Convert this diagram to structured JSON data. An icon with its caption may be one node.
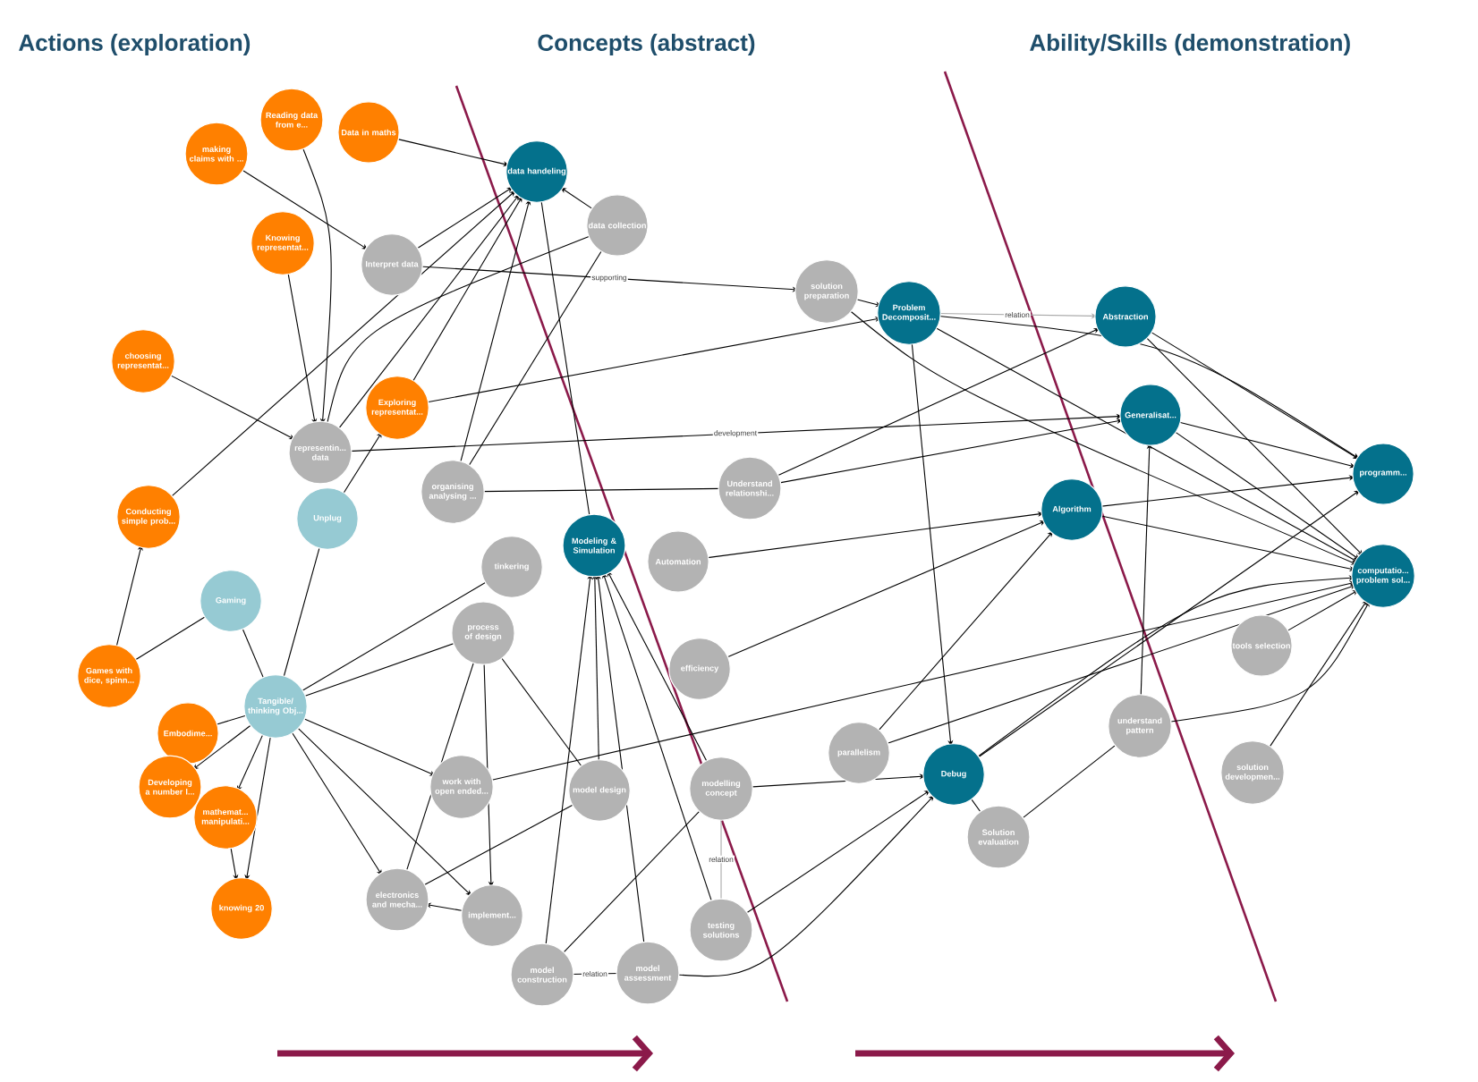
{
  "diagram": {
    "nodes": [
      {
        "text": [
          "Reading data from e..."
        ]
      },
      {
        "text": [
          "making claims with ..."
        ]
      },
      {
        "text": [
          "Data in maths"
        ]
      },
      {
        "text": [
          "data handeling"
        ]
      },
      {
        "text": [
          "data collection"
        ]
      },
      {
        "text": [
          "Knowing representat..."
        ]
      },
      {
        "text": [
          "Interpret data"
        ]
      },
      {
        "text": [
          "solution preparation"
        ]
      },
      {
        "text": [
          "Problem Decomposit..."
        ]
      },
      {
        "text": [
          "Abstraction"
        ]
      },
      {
        "text": [
          "choosing representat..."
        ]
      },
      {
        "text": [
          "Generalisat..."
        ]
      },
      {
        "text": [
          "representin... data"
        ]
      },
      {
        "text": [
          "Exploring representat..."
        ]
      },
      {
        "text": [
          "organising analysing ..."
        ]
      },
      {
        "text": [
          "Understand relationshi..."
        ]
      },
      {
        "text": [
          "programm..."
        ]
      },
      {
        "text": [
          "Unplug"
        ]
      },
      {
        "text": [
          "Conducting simple prob..."
        ]
      },
      {
        "text": [
          "Algorithm"
        ]
      },
      {
        "text": [
          "Modeling & Simulation"
        ]
      },
      {
        "text": [
          "Automation"
        ]
      },
      {
        "text": [
          "tinkering"
        ]
      },
      {
        "text": [
          "Gaming"
        ]
      },
      {
        "text": [
          "computatio... problem sol..."
        ]
      },
      {
        "text": [
          "process of design"
        ]
      },
      {
        "text": [
          "efficiency"
        ]
      },
      {
        "text": [
          "Games with dice, spinn..."
        ]
      },
      {
        "text": [
          "Tangible/ thinking Obj..."
        ]
      },
      {
        "text": [
          "tools selection"
        ]
      },
      {
        "text": [
          "Embodime..."
        ]
      },
      {
        "text": [
          "parallelism"
        ]
      },
      {
        "text": [
          "understand pattern"
        ]
      },
      {
        "text": [
          "Debug"
        ]
      },
      {
        "text": [
          "Developing a number l..."
        ]
      },
      {
        "text": [
          "work with open ended..."
        ]
      },
      {
        "text": [
          "model design"
        ]
      },
      {
        "text": [
          "modelling concept"
        ]
      },
      {
        "text": [
          "solution developmen..."
        ]
      },
      {
        "text": [
          "mathemat... manipulati..."
        ]
      },
      {
        "text": [
          "Solution evaluation"
        ]
      },
      {
        "text": [
          "knowing 20"
        ]
      },
      {
        "text": [
          "electronics and mecha..."
        ]
      },
      {
        "text": [
          "implement..."
        ]
      },
      {
        "text": [
          "testing solutions"
        ]
      },
      {
        "text": [
          "model construction"
        ]
      },
      {
        "text": [
          "model assessment"
        ]
      }
    ],
    "edges": [
      {
        "from": 2,
        "to": 3,
        "arrow": "to"
      },
      {
        "from": 1,
        "to": 6,
        "arrow": "to"
      },
      {
        "from": 0,
        "to": 12,
        "arrow": "to"
      },
      {
        "from": 5,
        "to": 12,
        "arrow": "to"
      },
      {
        "from": 10,
        "to": 12,
        "arrow": "to"
      },
      {
        "from": 18,
        "to": 3,
        "arrow": "to"
      },
      {
        "from": 6,
        "to": 3,
        "arrow": "to"
      },
      {
        "from": 12,
        "to": 3,
        "arrow": "to"
      },
      {
        "from": 13,
        "to": 3,
        "arrow": "to"
      },
      {
        "from": 14,
        "to": 3,
        "arrow": "to"
      },
      {
        "from": 4,
        "to": 3,
        "arrow": "to"
      },
      {
        "from": 12,
        "to": 4,
        "arrow": "none"
      },
      {
        "from": 14,
        "to": 4,
        "arrow": "none"
      },
      {
        "from": 3,
        "to": 20,
        "arrow": "none"
      },
      {
        "from": 6,
        "to": 7,
        "arrow": "to",
        "label": "supporting"
      },
      {
        "from": 7,
        "to": 8,
        "arrow": "to"
      },
      {
        "from": 12,
        "to": 11,
        "arrow": "to",
        "label": "development"
      },
      {
        "from": 13,
        "to": 8,
        "arrow": "to"
      },
      {
        "from": 8,
        "to": 9,
        "arrow": "to",
        "label": "relation",
        "color": "#aaaaaa"
      },
      {
        "from": 8,
        "to": 16,
        "arrow": "to"
      },
      {
        "from": 8,
        "to": 24,
        "arrow": "to"
      },
      {
        "from": 8,
        "to": 33,
        "arrow": "to"
      },
      {
        "from": 9,
        "to": 16,
        "arrow": "to"
      },
      {
        "from": 9,
        "to": 24,
        "arrow": "to"
      },
      {
        "from": 11,
        "to": 16,
        "arrow": "to"
      },
      {
        "from": 11,
        "to": 24,
        "arrow": "to"
      },
      {
        "from": 19,
        "to": 16,
        "arrow": "to"
      },
      {
        "from": 19,
        "to": 24,
        "arrow": "to"
      },
      {
        "from": 15,
        "to": 9,
        "arrow": "to"
      },
      {
        "from": 15,
        "to": 11,
        "arrow": "to"
      },
      {
        "from": 7,
        "to": 24,
        "arrow": "to"
      },
      {
        "from": 32,
        "to": 11,
        "arrow": "to"
      },
      {
        "from": 21,
        "to": 19,
        "arrow": "to"
      },
      {
        "from": 26,
        "to": 19,
        "arrow": "to"
      },
      {
        "from": 31,
        "to": 19,
        "arrow": "to"
      },
      {
        "from": 31,
        "to": 24,
        "arrow": "to"
      },
      {
        "from": 33,
        "to": 16,
        "arrow": "to"
      },
      {
        "from": 33,
        "to": 24,
        "arrow": "to"
      },
      {
        "from": 29,
        "to": 24,
        "arrow": "to"
      },
      {
        "from": 38,
        "to": 24,
        "arrow": "to"
      },
      {
        "from": 32,
        "to": 24,
        "arrow": "to"
      },
      {
        "from": 40,
        "to": 33,
        "arrow": "none"
      },
      {
        "from": 40,
        "to": 32,
        "arrow": "none"
      },
      {
        "from": 37,
        "to": 33,
        "arrow": "to"
      },
      {
        "from": 44,
        "to": 33,
        "arrow": "to"
      },
      {
        "from": 46,
        "to": 33,
        "arrow": "to"
      },
      {
        "from": 44,
        "to": 20,
        "arrow": "to"
      },
      {
        "from": 37,
        "to": 20,
        "arrow": "to"
      },
      {
        "from": 36,
        "to": 20,
        "arrow": "to"
      },
      {
        "from": 45,
        "to": 20,
        "arrow": "to"
      },
      {
        "from": 46,
        "to": 20,
        "arrow": "to"
      },
      {
        "from": 45,
        "to": 46,
        "arrow": "none",
        "label": "relation"
      },
      {
        "from": 37,
        "to": 44,
        "arrow": "none",
        "label": "relation",
        "color": "#aaaaaa"
      },
      {
        "from": 35,
        "to": 24,
        "arrow": "to"
      },
      {
        "from": 28,
        "to": 17,
        "arrow": "none"
      },
      {
        "from": 28,
        "to": 23,
        "arrow": "none"
      },
      {
        "from": 28,
        "to": 30,
        "arrow": "none"
      },
      {
        "from": 28,
        "to": 34,
        "arrow": "to"
      },
      {
        "from": 28,
        "to": 39,
        "arrow": "to"
      },
      {
        "from": 28,
        "to": 41,
        "arrow": "to"
      },
      {
        "from": 28,
        "to": 42,
        "arrow": "to"
      },
      {
        "from": 28,
        "to": 43,
        "arrow": "to"
      },
      {
        "from": 28,
        "to": 35,
        "arrow": "to"
      },
      {
        "from": 28,
        "to": 22,
        "arrow": "none"
      },
      {
        "from": 28,
        "to": 25,
        "arrow": "none"
      },
      {
        "from": 23,
        "to": 27,
        "arrow": "none"
      },
      {
        "from": 27,
        "to": 18,
        "arrow": "to"
      },
      {
        "from": 25,
        "to": 42,
        "arrow": "none"
      },
      {
        "from": 25,
        "to": 43,
        "arrow": "to"
      },
      {
        "from": 25,
        "to": 36,
        "arrow": "none"
      },
      {
        "from": 43,
        "to": 42,
        "arrow": "to"
      },
      {
        "from": 36,
        "to": 42,
        "arrow": "none"
      },
      {
        "from": 45,
        "to": 37,
        "arrow": "none"
      },
      {
        "from": 17,
        "to": 13,
        "arrow": "to"
      },
      {
        "from": 39,
        "to": 41,
        "arrow": "to"
      },
      {
        "from": 14,
        "to": 15,
        "arrow": "none"
      }
    ],
    "labels": [
      "Actions (exploration)",
      "Concepts (abstract)",
      "Ability/Skills (demonstration)"
    ]
  }
}
